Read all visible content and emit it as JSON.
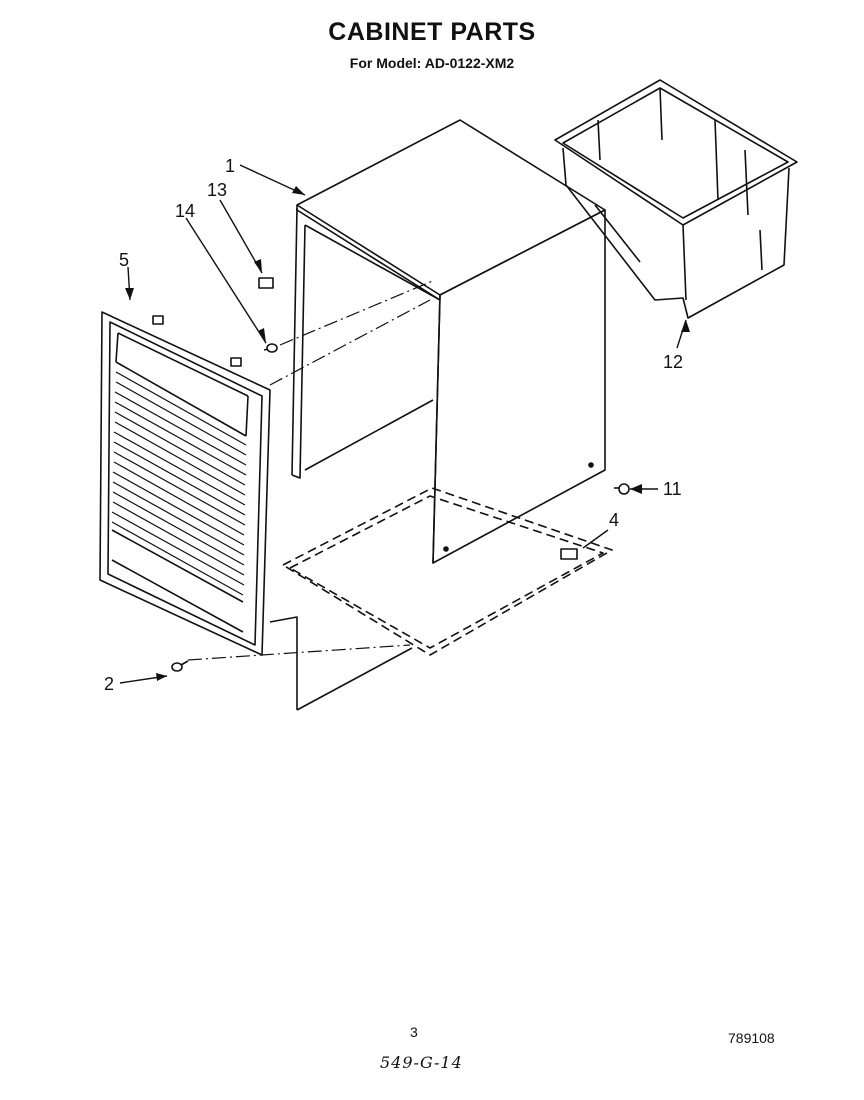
{
  "title": "CABINET PARTS",
  "subtitle": "For Model: AD-0122-XM2",
  "page_number": "3",
  "doc_code": "789108",
  "handwritten_note": "549-G-14",
  "callouts": {
    "c1": "1",
    "c2": "2",
    "c4": "4",
    "c5": "5",
    "c11": "11",
    "c12": "12",
    "c13": "13",
    "c14": "14"
  }
}
